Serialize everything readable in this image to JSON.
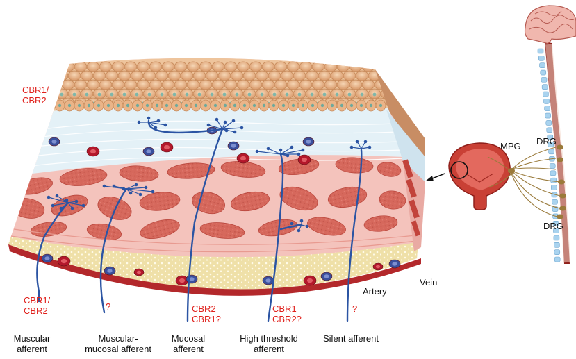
{
  "receptors": {
    "urothelium": [
      "CBR1/",
      "CBR2"
    ],
    "muscular": [
      "CBR1/",
      "CBR2"
    ],
    "muscular_mucosal": [
      "?"
    ],
    "mucosal": [
      "CBR2",
      "CBR1?"
    ],
    "high_threshold": [
      "CBR1",
      "CBR2?"
    ],
    "silent": [
      "?"
    ]
  },
  "afferents": {
    "muscular": [
      "Muscular",
      "afferent"
    ],
    "muscular_mucosal": [
      "Muscular-",
      "mucosal afferent"
    ],
    "mucosal": [
      "Mucosal",
      "afferent"
    ],
    "high_threshold": [
      "High threshold",
      "afferent"
    ],
    "silent": [
      "Silent afferent"
    ]
  },
  "vessels": {
    "artery": "Artery",
    "vein": "Vein"
  },
  "anatomy": {
    "mpg": "MPG",
    "drg_top": "DRG",
    "drg_bottom": "DRG"
  },
  "colors": {
    "urothelium": "#e8b58a",
    "lamina_propria": "#e3f0f6",
    "muscle": "#d9685b",
    "muscle_bg": "#f6c9c4",
    "serosa": "#efe0a8",
    "nerve": "#2b54a3",
    "artery": "#b3182b",
    "vein": "#3a4f9c",
    "label_red": "#e0201b"
  }
}
